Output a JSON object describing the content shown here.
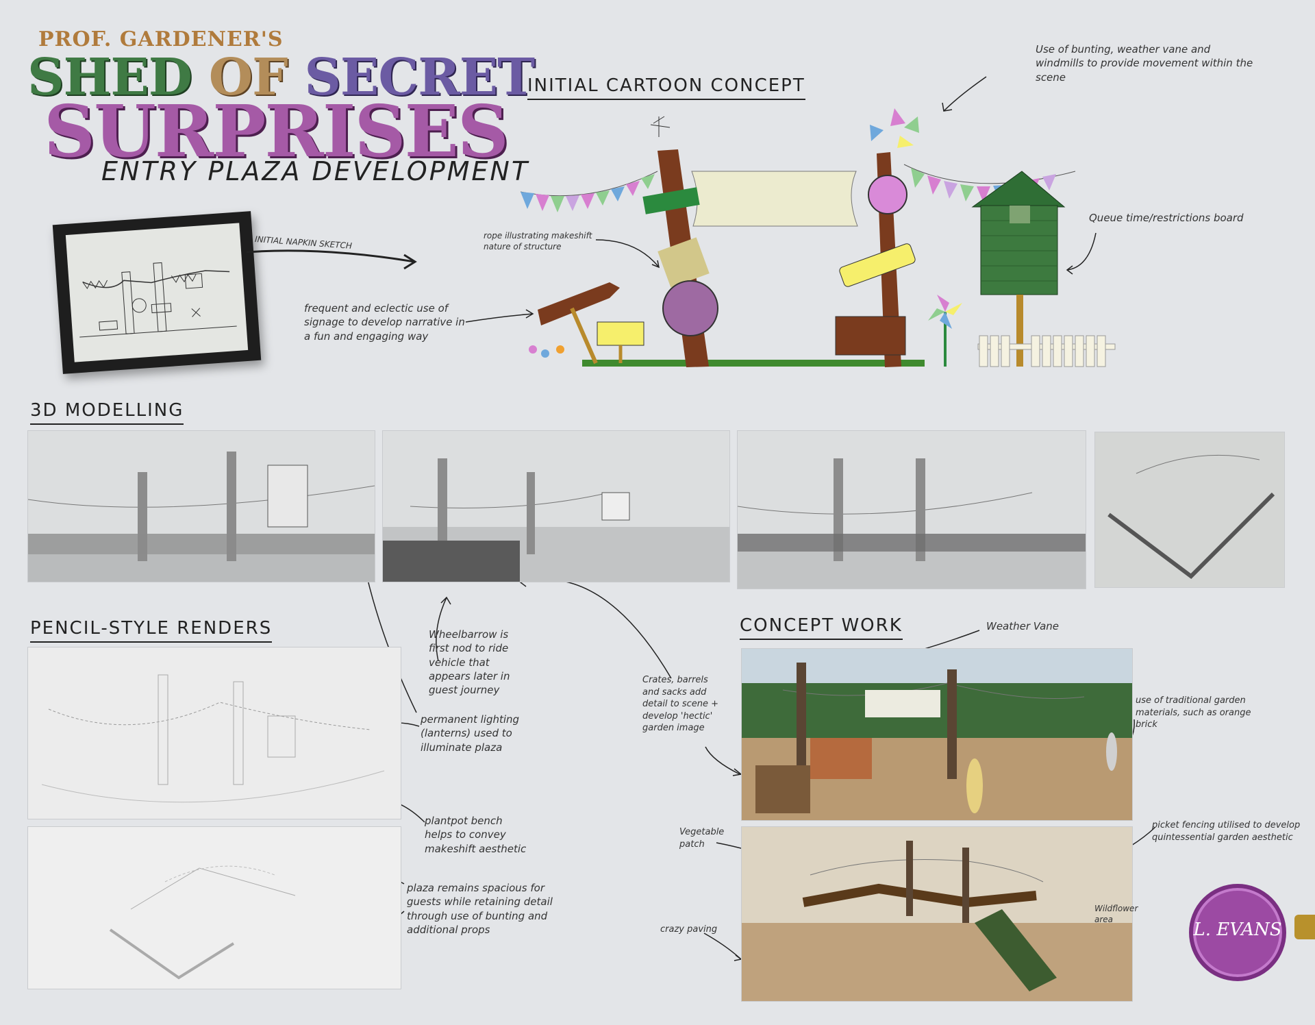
{
  "title": {
    "prof": "PROF. GARDENER'S",
    "shed": "SHED",
    "of": "OF",
    "secret": "SECRET",
    "surprises": "SURPRISES",
    "subtitle": "ENTRY PLAZA DEVELOPMENT"
  },
  "sections": {
    "cartoon": "INITIAL CARTOON CONCEPT",
    "modelling": "3D MODELLING",
    "pencil": "PENCIL-STYLE RENDERS",
    "concept": "CONCEPT WORK"
  },
  "annotations": {
    "napkin": "INITIAL NAPKIN SKETCH",
    "signage": "frequent and eclectic use of signage to develop narrative in a fun and engaging way",
    "rope": "rope illustrating makeshift nature of structure",
    "bunting": "Use of bunting, weather vane and windmills to provide movement within the scene",
    "queue": "Queue time/restrictions board",
    "wheelbarrow": "Wheelbarrow is first nod to ride vehicle that appears later in guest journey",
    "lighting": "permanent lighting (lanterns) used to illuminate plaza",
    "bench": "plantpot bench helps to convey makeshift aesthetic",
    "spacious": "plaza remains spacious for guests while retaining detail through use of bunting and additional props",
    "crates": "Crates, barrels and sacks add detail to scene + develop 'hectic' garden image",
    "weathervane": "Weather Vane",
    "traditional": "use of traditional garden materials, such as orange brick",
    "vegetable": "Vegetable patch",
    "picket": "picket fencing utilised to develop quintessential garden aesthetic",
    "wildflower": "Wildflower area",
    "paving": "crazy paving"
  },
  "signature": "L. EVANS",
  "colors": {
    "background": "#e3e5e8",
    "shed_green": "#3f7a44",
    "secret_purple": "#6b5ba3",
    "surprises_purple": "#a55aa6",
    "badge_purple": "#9c4aa3"
  }
}
